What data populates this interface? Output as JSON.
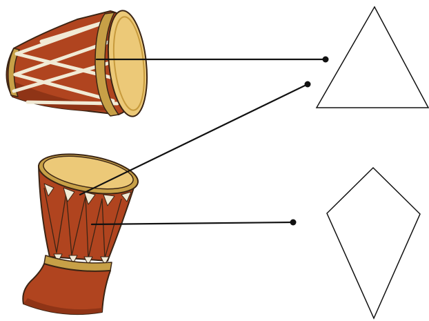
{
  "colors": {
    "background": "#ffffff",
    "drum_body": "#b0441f",
    "drum_body_shadow": "#8f3416",
    "drum_head": "#ecc978",
    "drum_head_rim": "#c79a3c",
    "drum_band": "#c7a047",
    "rope": "#f1ead5",
    "outline": "#3a2414",
    "connector_line": "#111111",
    "shape_stroke": "#111111"
  },
  "items": {
    "left": [
      {
        "id": "barrel-drum",
        "icon": "barrel-drum-icon"
      },
      {
        "id": "djembe-drum",
        "icon": "djembe-drum-icon"
      }
    ],
    "right": [
      {
        "id": "triangle",
        "icon": "triangle-shape-icon"
      },
      {
        "id": "kite",
        "icon": "kite-shape-icon"
      }
    ]
  },
  "connections": [
    {
      "from": "barrel-drum",
      "to": "triangle"
    },
    {
      "from": "djembe-drum",
      "to": "triangle"
    },
    {
      "from": "djembe-drum",
      "to": "kite"
    }
  ]
}
